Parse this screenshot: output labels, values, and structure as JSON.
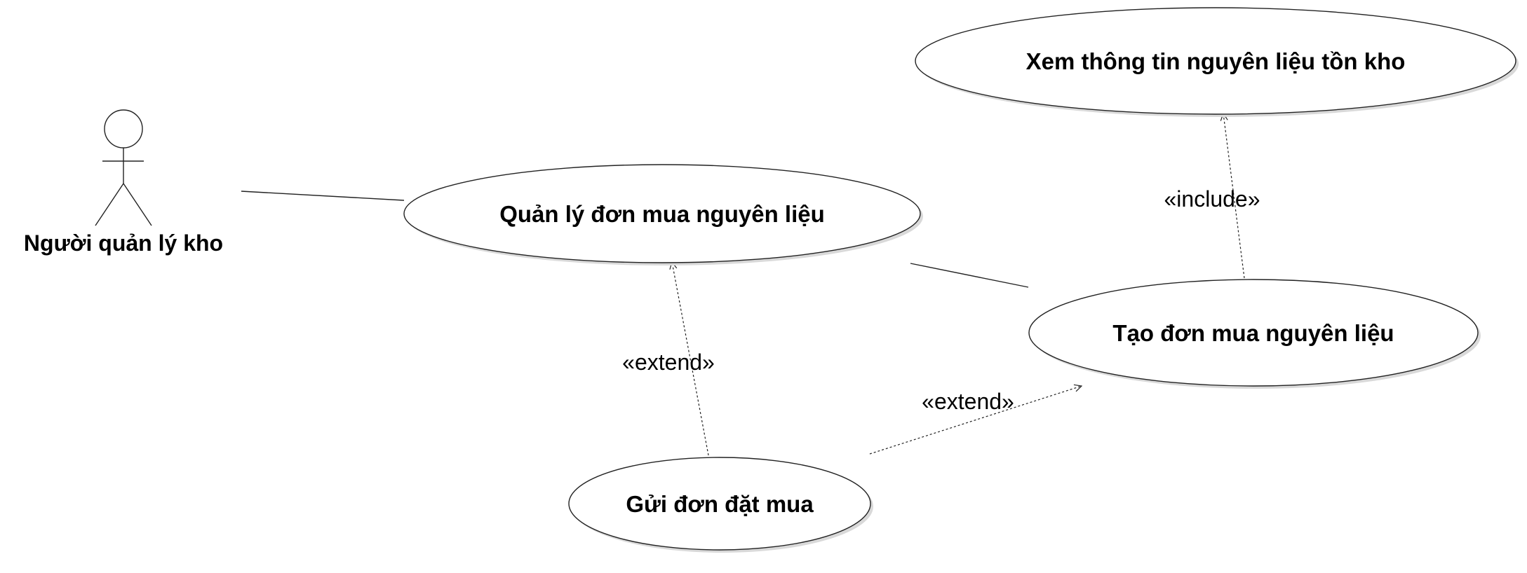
{
  "diagram": {
    "type": "uml-use-case",
    "actor": {
      "label": "Người quản lý kho"
    },
    "use_cases": {
      "manage_orders": "Quản lý đơn mua nguyên liệu",
      "view_stock": "Xem thông tin nguyên liệu tồn kho",
      "create_order": "Tạo đơn mua nguyên liệu",
      "send_order": "Gửi đơn đặt mua"
    },
    "relations": {
      "extend_send_manage": "«extend»",
      "extend_send_create": "«extend»",
      "include_create_view": "«include»"
    }
  }
}
